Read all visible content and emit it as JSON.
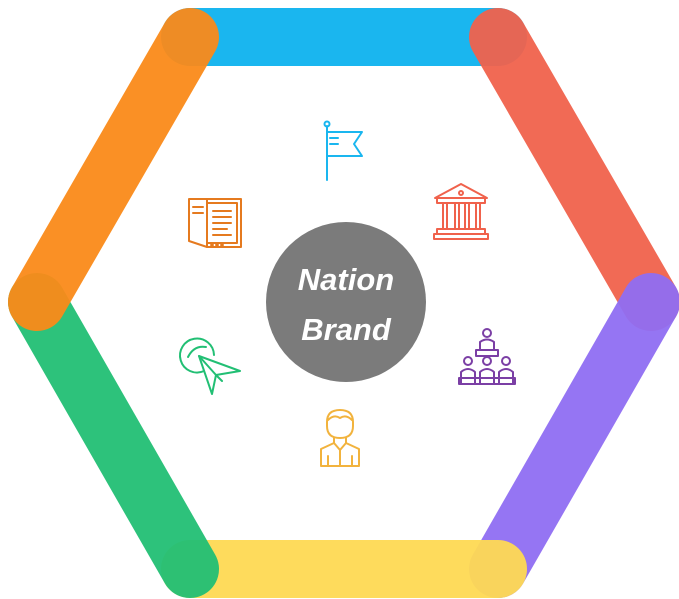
{
  "center": {
    "line1": "Nation",
    "line2": "Brand",
    "color": "#7b7b7b"
  },
  "sides": [
    {
      "name": "top",
      "color": "#1ab6ef"
    },
    {
      "name": "upper-right",
      "color": "#f0624c"
    },
    {
      "name": "lower-right",
      "color": "#8f6ef2"
    },
    {
      "name": "bottom",
      "color": "#fed953"
    },
    {
      "name": "lower-left",
      "color": "#22bf74"
    },
    {
      "name": "upper-left",
      "color": "#fa8a19"
    }
  ],
  "icons": [
    {
      "name": "flag-icon",
      "color": "#1ab6ef"
    },
    {
      "name": "government-building-icon",
      "color": "#f0624c"
    },
    {
      "name": "people-hierarchy-icon",
      "color": "#7b3fa5"
    },
    {
      "name": "person-icon",
      "color": "#f2b33d"
    },
    {
      "name": "paper-plane-icon",
      "color": "#22bf74"
    },
    {
      "name": "document-book-icon",
      "color": "#e57a1f"
    }
  ]
}
